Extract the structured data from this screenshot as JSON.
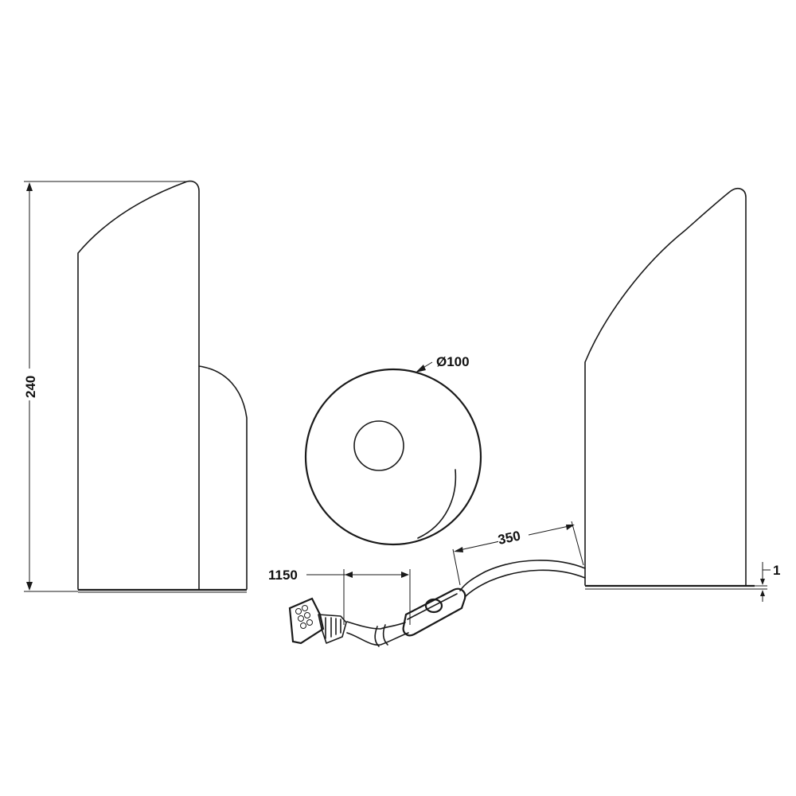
{
  "dimensions": {
    "height": "240",
    "diameter": "Ø100",
    "cord_to_switch": "350",
    "cord_total": "1150",
    "base_thickness": "1"
  }
}
